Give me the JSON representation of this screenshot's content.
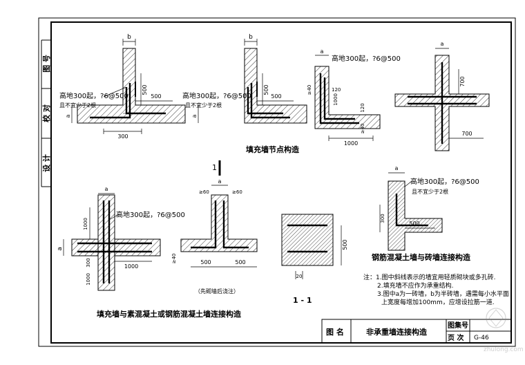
{
  "title_block": {
    "drawing_name_label": "图  名",
    "drawing_name": "非承重墙连接构造",
    "atlas_no_label": "图集号",
    "atlas_no": "",
    "page_label": "页 次",
    "page_no": "G-46"
  },
  "side_labels": {
    "top": "图 号",
    "middle": "校 对",
    "bottom": "设 计"
  },
  "top_section": {
    "title": "填充墙节点构造",
    "detail1": {
      "note_line1": "高地300起，?6@500",
      "note_line2": "且不宜少于2根",
      "dim_b": "b",
      "dim_a": "a",
      "dim_500_v": "500",
      "dim_500_h": "500",
      "dim_300": "300"
    },
    "detail2": {
      "note_line1": "高地300起，?6@500",
      "note_line2": "且不宜少于2根",
      "dim_b": "b",
      "dim_a": "a",
      "dim_500_v": "500",
      "dim_500_h": "500"
    },
    "detail3": {
      "note": "高地300起，?6@500",
      "dim_a": "a",
      "dim_40_top": "≥40",
      "dim_120_top": "120",
      "dim_1000_v": "1000",
      "dim_120_side": "120",
      "dim_40_side": "≥40",
      "dim_1000_h": "1000"
    },
    "detail4": {
      "dim_a": "a",
      "dim_700_top": "700",
      "dim_700_bottom": "700"
    }
  },
  "cut_mark_1": "1",
  "bottom_left": {
    "title": "填充墙与素混凝土或钢筋混凝土墙连接构造",
    "detail5": {
      "note": "高地300起，?6@500",
      "dim_a_top": "a",
      "dim_1000_top": "1000",
      "dim_a_left": "a",
      "dim_300": "300",
      "dim_1000_bottom": "1000",
      "dim_1000_right": "1000"
    },
    "detail6": {
      "dim_a": "a",
      "dim_60_left": "≥60",
      "dim_60_right": "≥60",
      "dim_40": "≥40",
      "dim_500_left": "500",
      "dim_500_right": "500",
      "caption": "（先砌墙后浇注）"
    }
  },
  "section_1_1": {
    "label": "1 - 1",
    "dim_500": "500",
    "dim_20": "20"
  },
  "bottom_right": {
    "title": "钢筋混凝土墙与砖墙连接构造",
    "note_line1": "高地300起，?6@500",
    "note_line2": "且不宜少于2根",
    "dim_a": "a",
    "dim_300": "300",
    "dim_500": "500"
  },
  "notes": {
    "line1": "注：1.图中斜线表示的墙宜用轻质砌块或多孔砖.",
    "line2": "2.填充墙不应作为承重结构.",
    "line3": "3.图中a为一砖墙，b为半砖墙，遇需每小水平面",
    "line4": "上宽度每增加100mm，应增设拉筋一道."
  },
  "watermark": "zhulong.com"
}
